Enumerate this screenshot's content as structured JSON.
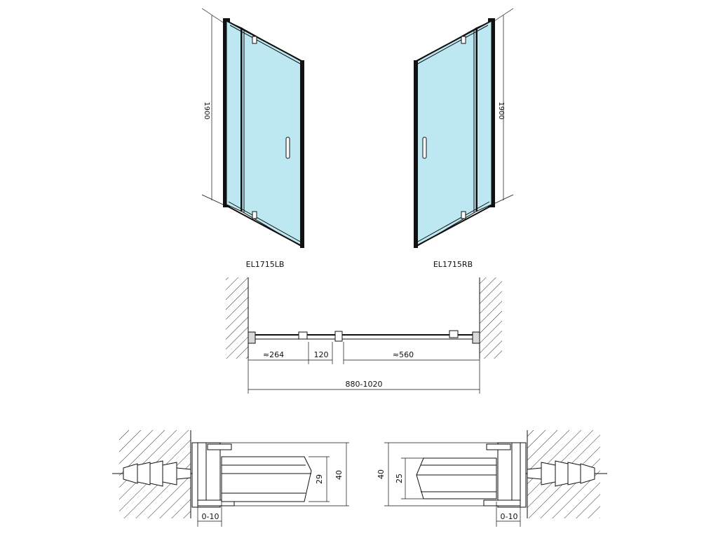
{
  "labels": {
    "left_model": "EL1715LB",
    "right_model": "EL1715RB"
  },
  "dimensions": {
    "height_left": "1900",
    "height_right": "1900",
    "seg_fixed": "≈264",
    "seg_hinge": "120",
    "seg_door": "≈560",
    "total_width": "880-1020",
    "profile_left_depth": "29",
    "profile_left_total": "40",
    "profile_left_adjust": "0-10",
    "profile_right_depth": "25",
    "profile_right_total": "40",
    "profile_right_adjust": "0-10"
  },
  "colors": {
    "glass": "#bde8f1",
    "line": "#111111"
  }
}
